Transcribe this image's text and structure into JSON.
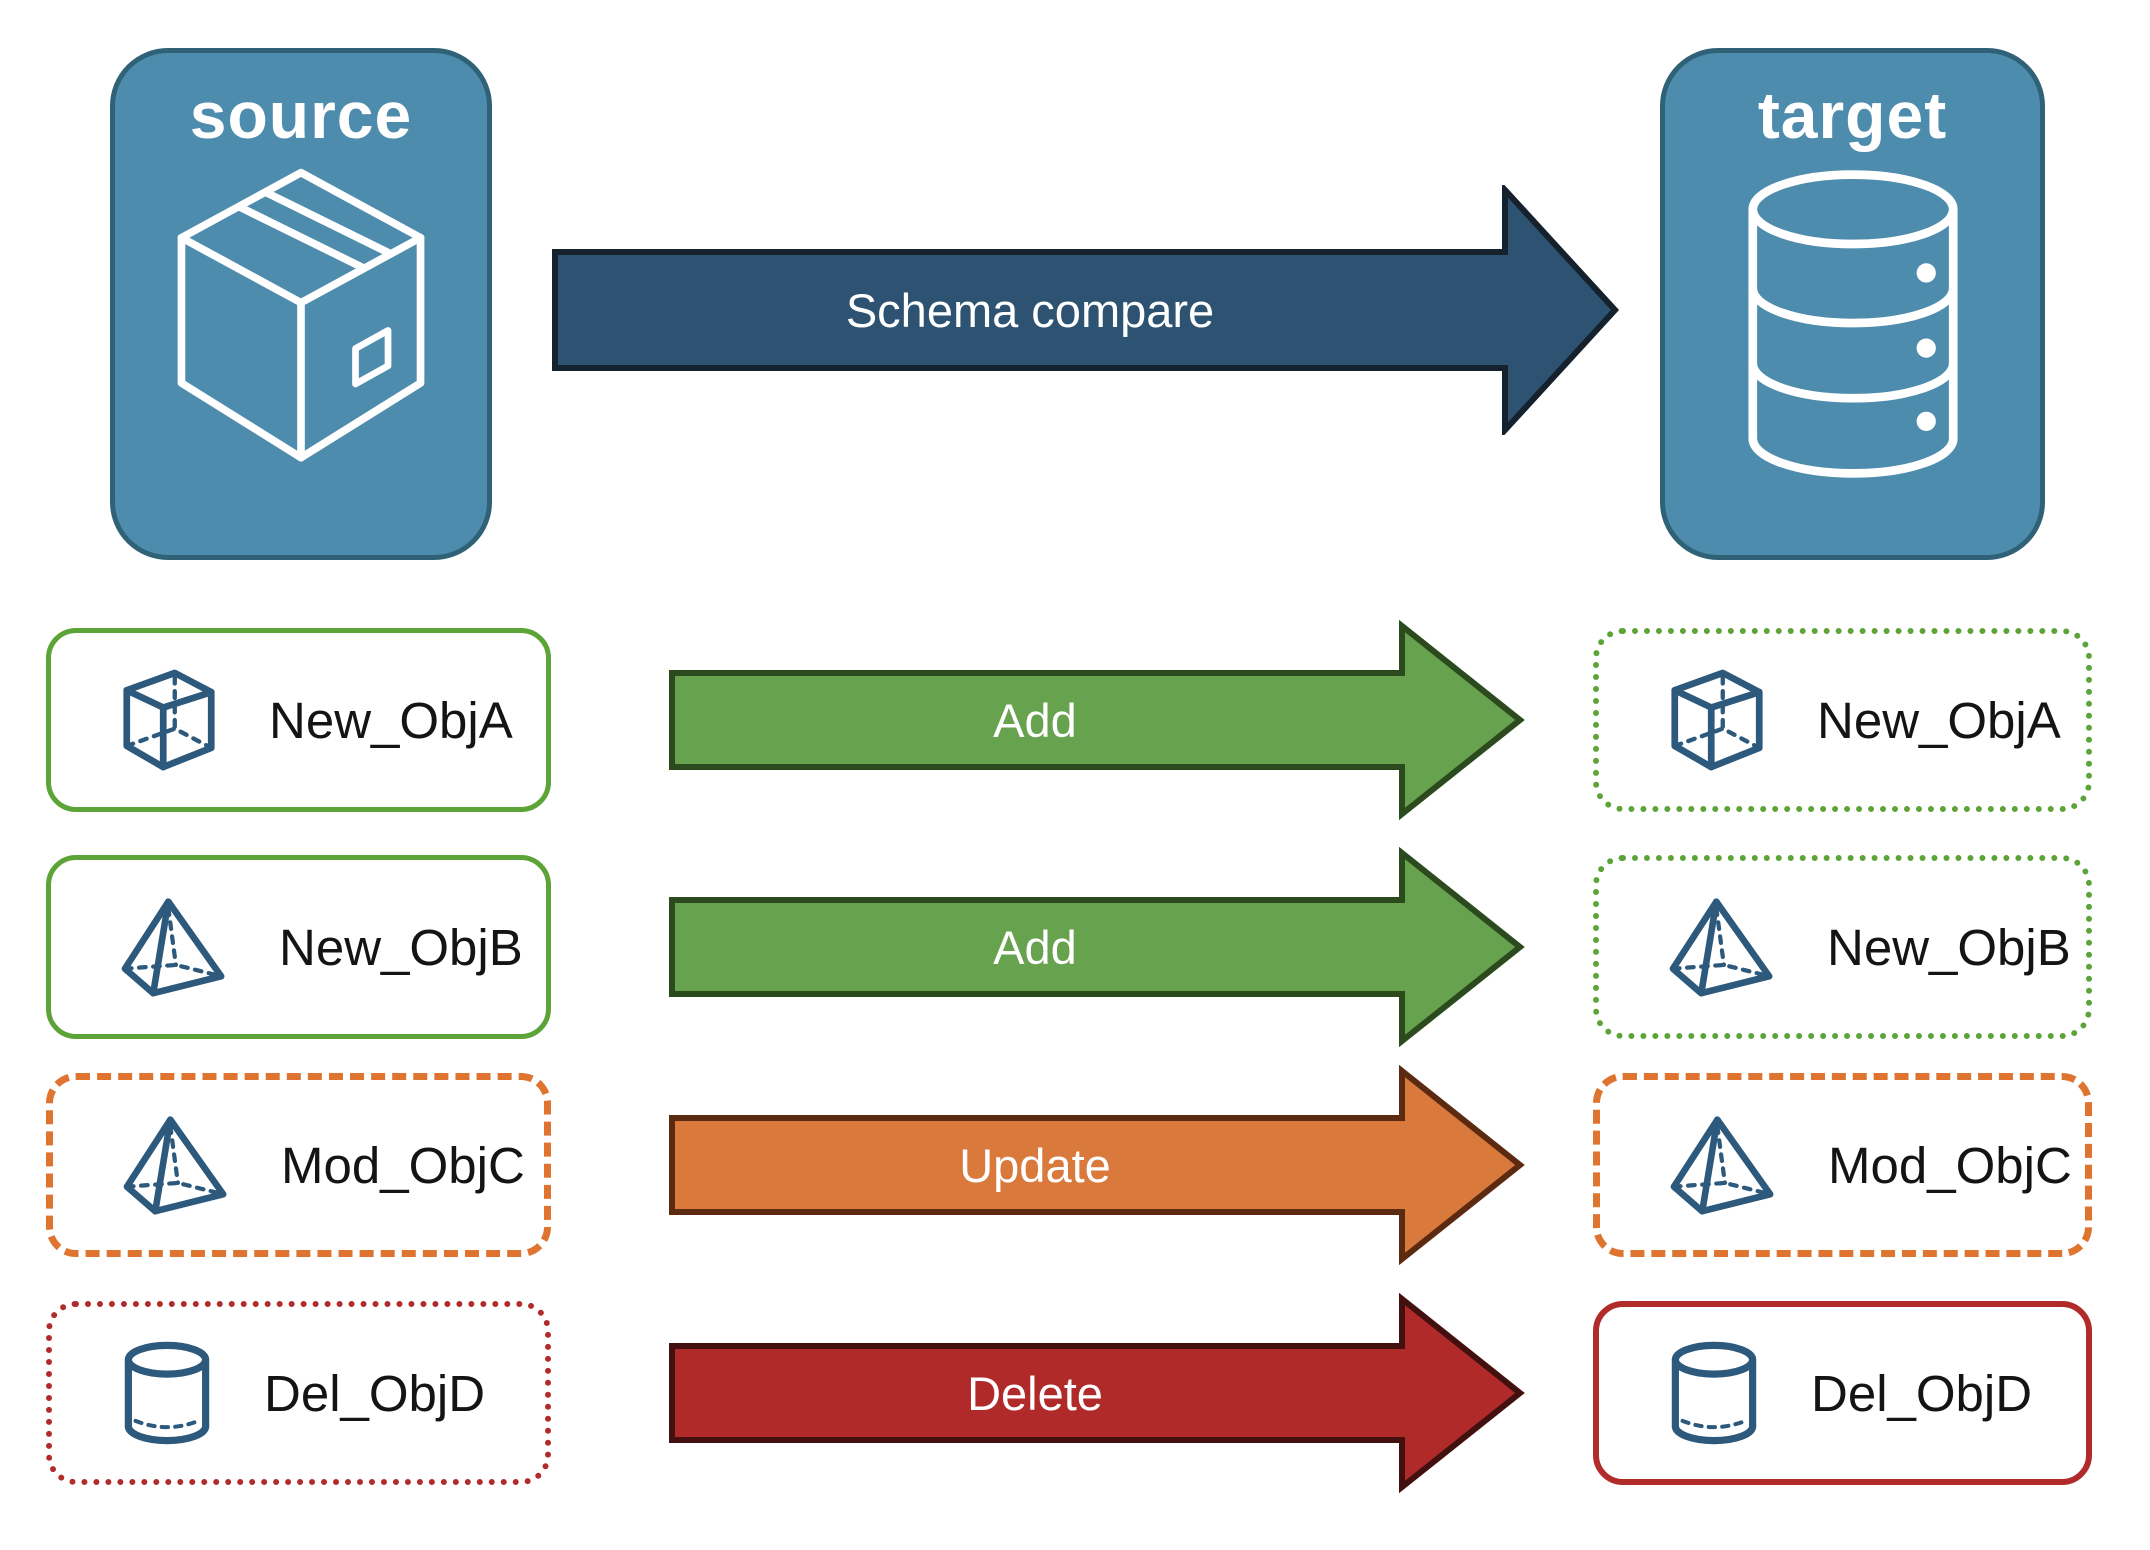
{
  "diagram": {
    "source": {
      "label": "source",
      "icon": "package-box-icon"
    },
    "target": {
      "label": "target",
      "icon": "database-icon"
    },
    "compare_arrow": {
      "label": "Schema compare"
    },
    "rows": [
      {
        "object": "New_ObjA",
        "action": "Add",
        "icon": "cube-icon",
        "status": "new",
        "left_border": "solid green",
        "right_border": "dotted green"
      },
      {
        "object": "New_ObjB",
        "action": "Add",
        "icon": "pyramid-icon",
        "status": "new",
        "left_border": "solid green",
        "right_border": "dotted green"
      },
      {
        "object": "Mod_ObjC",
        "action": "Update",
        "icon": "pyramid-icon",
        "status": "modified",
        "left_border": "dashed orange",
        "right_border": "dashed orange"
      },
      {
        "object": "Del_ObjD",
        "action": "Delete",
        "icon": "cylinder-icon",
        "status": "deleted",
        "left_border": "dotted red",
        "right_border": "solid red"
      }
    ],
    "colors": {
      "node_fill": "#4E8CAD",
      "node_border": "#2F6277",
      "compare_arrow_fill": "#2E5372",
      "compare_arrow_border": "#15212D",
      "add_arrow_fill": "#67A24E",
      "update_arrow_fill": "#D9793C",
      "delete_arrow_fill": "#B12A2A",
      "green_border": "#5CA338",
      "orange_border": "#DE742F",
      "red_border": "#B22B2B",
      "object_icon_navy": "#2D597C"
    }
  }
}
